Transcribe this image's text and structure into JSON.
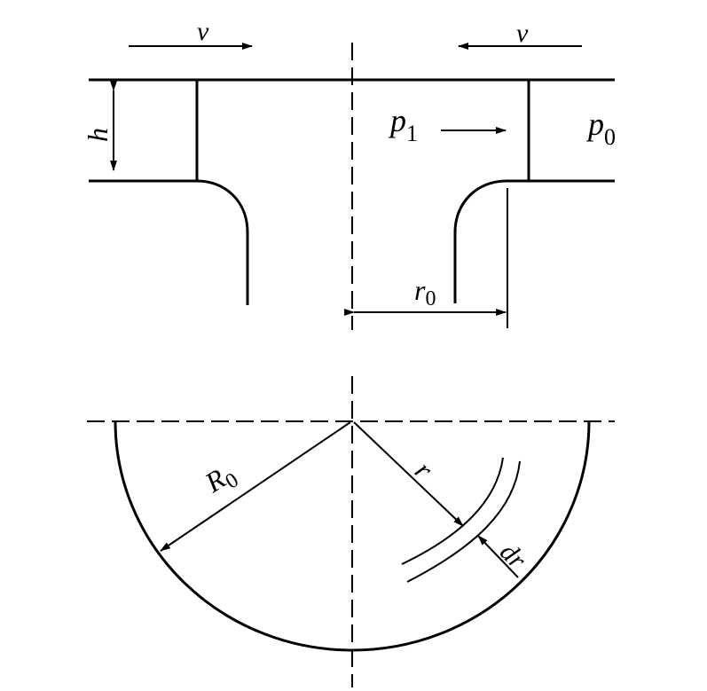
{
  "diagram": {
    "top_view": {
      "velocity_left": "v",
      "velocity_right": "v",
      "gap_height": "h",
      "pressure_inner_main": "p",
      "pressure_inner_sub": "1",
      "pressure_outer_main": "p",
      "pressure_outer_sub": "0",
      "radius_main": "r",
      "radius_sub": "0"
    },
    "bottom_view": {
      "outer_radius_main": "R",
      "outer_radius_sub": "0",
      "ring_radius": "r",
      "ring_width": "dr"
    },
    "colors": {
      "line": "#000000",
      "background": "#ffffff"
    }
  }
}
